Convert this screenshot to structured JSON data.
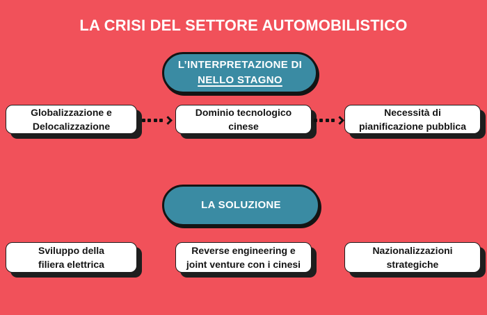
{
  "title": "LA CRISI DEL SETTORE AUTOMOBILISTICO",
  "colors": {
    "background": "#F1515A",
    "teal": "#3A8BA3",
    "ink": "#141414",
    "box_bg": "#FFFFFF",
    "shadow": "#1E1E1E",
    "title_text": "#FFFFFF"
  },
  "interpretation": {
    "header_line1": "L’INTERPRETAZIONE DI",
    "header_line2": "NELLO STAGNO",
    "boxes": [
      {
        "line1": "Globalizzazione e",
        "line2": "Delocalizzazione"
      },
      {
        "line1": "Dominio tecnologico",
        "line2": "cinese"
      },
      {
        "line1": "Necessità di",
        "line2": "pianificazione pubblica"
      }
    ],
    "connector_icon": "dotted-arrow-right"
  },
  "solution": {
    "header": "LA SOLUZIONE",
    "boxes": [
      {
        "line1": "Sviluppo della",
        "line2": "filiera elettrica"
      },
      {
        "line1": "Reverse engineering e",
        "line2": "joint venture con i cinesi"
      },
      {
        "line1": "Nazionalizzazioni",
        "line2": "strategiche"
      }
    ]
  }
}
